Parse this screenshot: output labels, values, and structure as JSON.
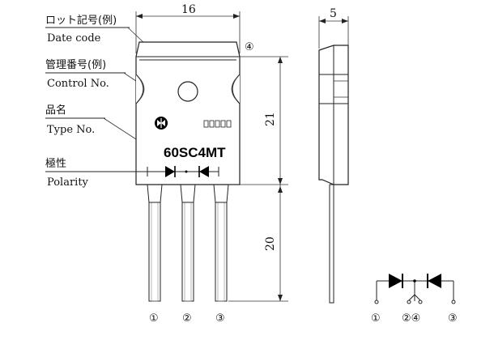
{
  "labels": {
    "date_code_jp": "ロット記号(例)",
    "date_code_en": "Date code",
    "control_jp": "管理番号(例)",
    "control_en": "Control No.",
    "type_jp": "品名",
    "type_en": "Type No.",
    "polarity_jp": "極性",
    "polarity_en": "Polarity"
  },
  "part_number": "60SC4MT",
  "dimensions": {
    "width": "16",
    "depth": "5",
    "body_height": "21",
    "lead_length": "20"
  },
  "pins": {
    "front": [
      "①",
      "②",
      "③"
    ],
    "tab": "④",
    "schematic": [
      "①",
      "②④",
      "③"
    ]
  }
}
